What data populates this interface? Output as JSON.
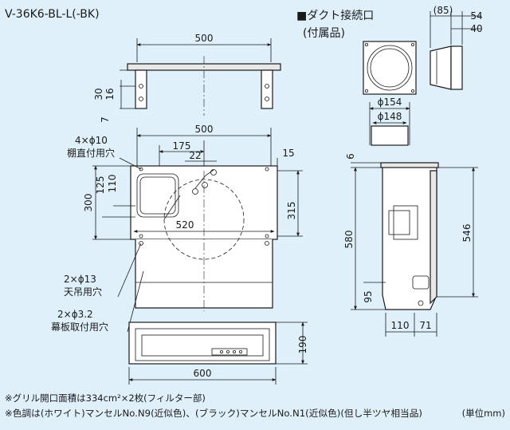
{
  "model": "V-36K6-BL-L(-BK)",
  "duct": {
    "title": "■ダクト接続口",
    "subtitle": "(付属品)",
    "dims": [
      "(85)",
      "54",
      "40",
      "ϕ154",
      "ϕ148"
    ]
  },
  "top_view": {
    "dims": [
      "500",
      "30",
      "16",
      "7"
    ]
  },
  "front_view": {
    "dims": [
      "500",
      "175",
      "22",
      "15",
      "125",
      "110",
      "300",
      "315",
      "520"
    ],
    "labels": {
      "holes_a": "4×ϕ10",
      "holes_a_desc": "棚直付用穴",
      "holes_b": "2×ϕ13",
      "holes_b_desc": "天吊用穴",
      "holes_c": "2×ϕ3.2",
      "holes_c_desc": "幕板取付用穴"
    }
  },
  "side_view": {
    "dims": [
      "6",
      "580",
      "546",
      "95",
      "110",
      "71"
    ]
  },
  "bottom_view": {
    "dims": [
      "600",
      "190"
    ]
  },
  "notes": {
    "line1": "※グリル開口面積は334cm²×2枚(フィルター部)",
    "line2": "※色調は(ホワイト)マンセルNo.N9(近似色)、(ブラック)マンセルNo.N1(近似色)(但し半ツヤ相当品)",
    "unit": "(単位mm)"
  }
}
